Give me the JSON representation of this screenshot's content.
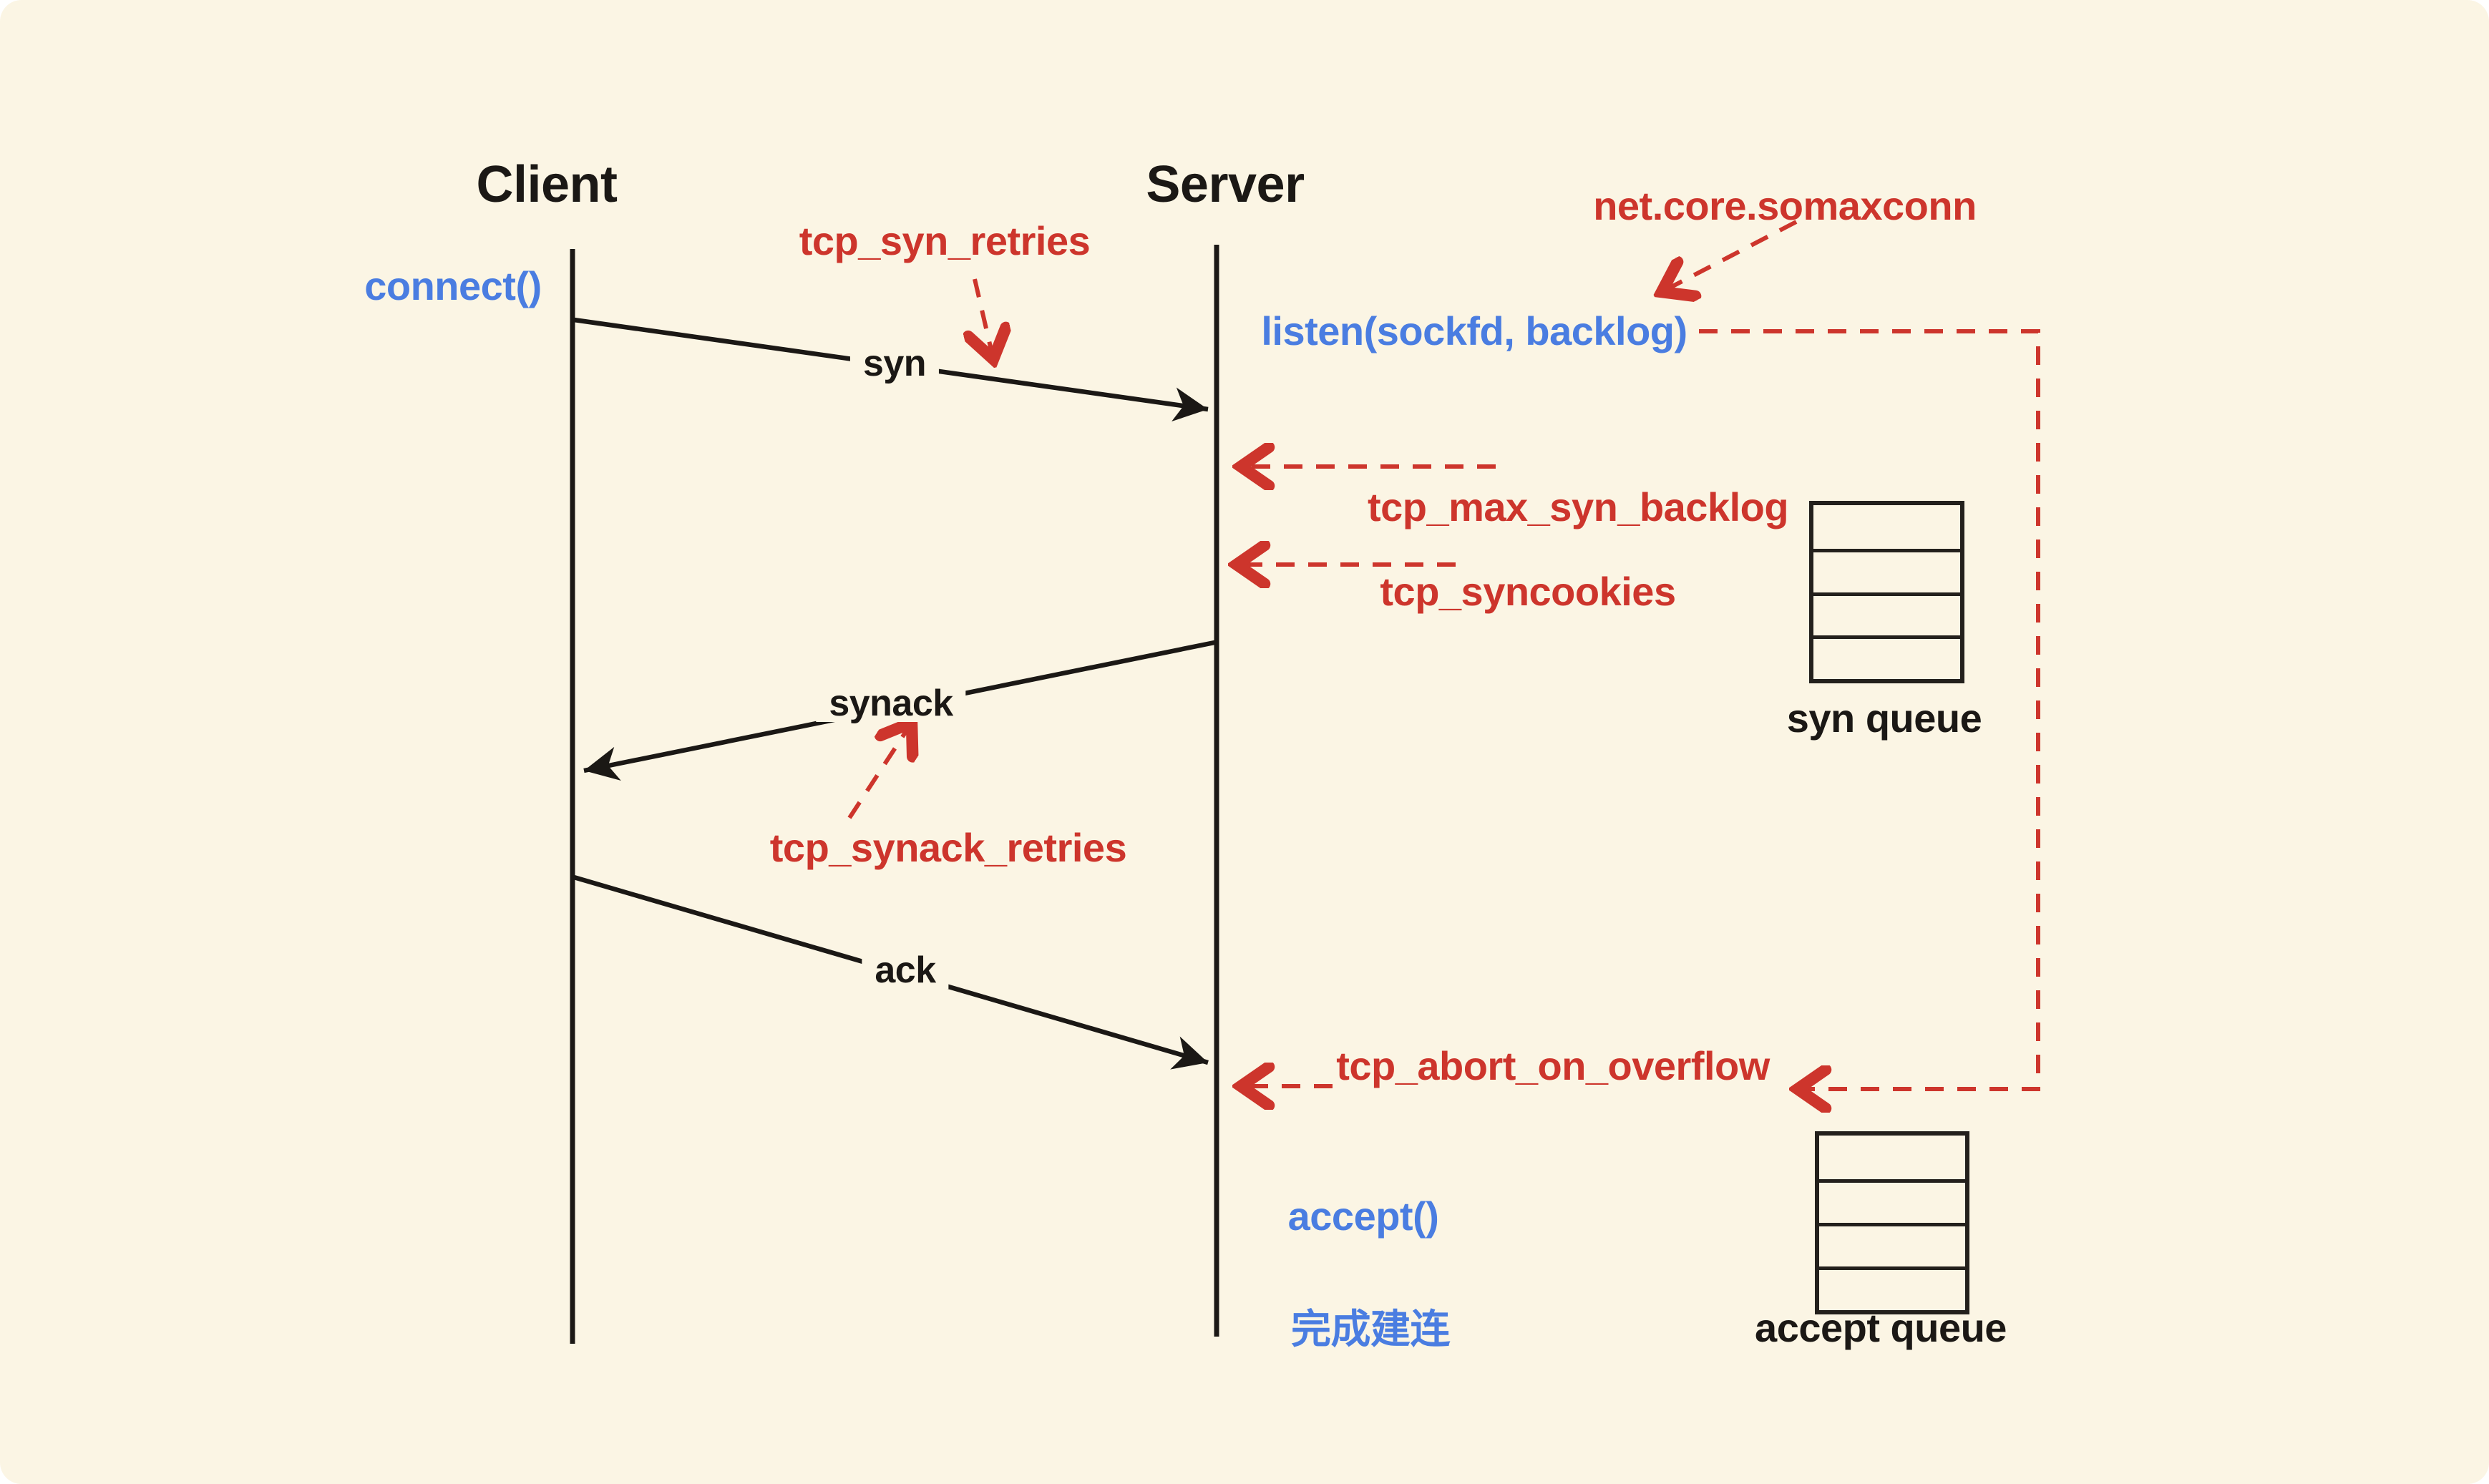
{
  "diagram": {
    "type": "sequence-diagram",
    "topic": "TCP three-way handshake with Linux kernel tuning parameters",
    "actors": {
      "client": "Client",
      "server": "Server"
    },
    "syscalls": {
      "connect": "connect()",
      "listen": "listen(sockfd, backlog)",
      "accept": "accept()",
      "established": "完成建连"
    },
    "messages": {
      "syn": "syn",
      "synack": "synack",
      "ack": "ack"
    },
    "params": {
      "syn_retries": "tcp_syn_retries",
      "somaxconn": "net.core.somaxconn",
      "max_syn_backlog": "tcp_max_syn_backlog",
      "syncookies": "tcp_syncookies",
      "synack_retries": "tcp_synack_retries",
      "abort_on_overflow": "tcp_abort_on_overflow"
    },
    "queues": {
      "syn": {
        "label": "syn queue",
        "rows": 4
      },
      "accept": {
        "label": "accept queue",
        "rows": 4
      }
    },
    "colors": {
      "background": "#fbf5e4",
      "page": "#ffffff",
      "ink": "#1b1815",
      "param_red": "#cd352c",
      "syscall_blue": "#4a7de1"
    }
  }
}
